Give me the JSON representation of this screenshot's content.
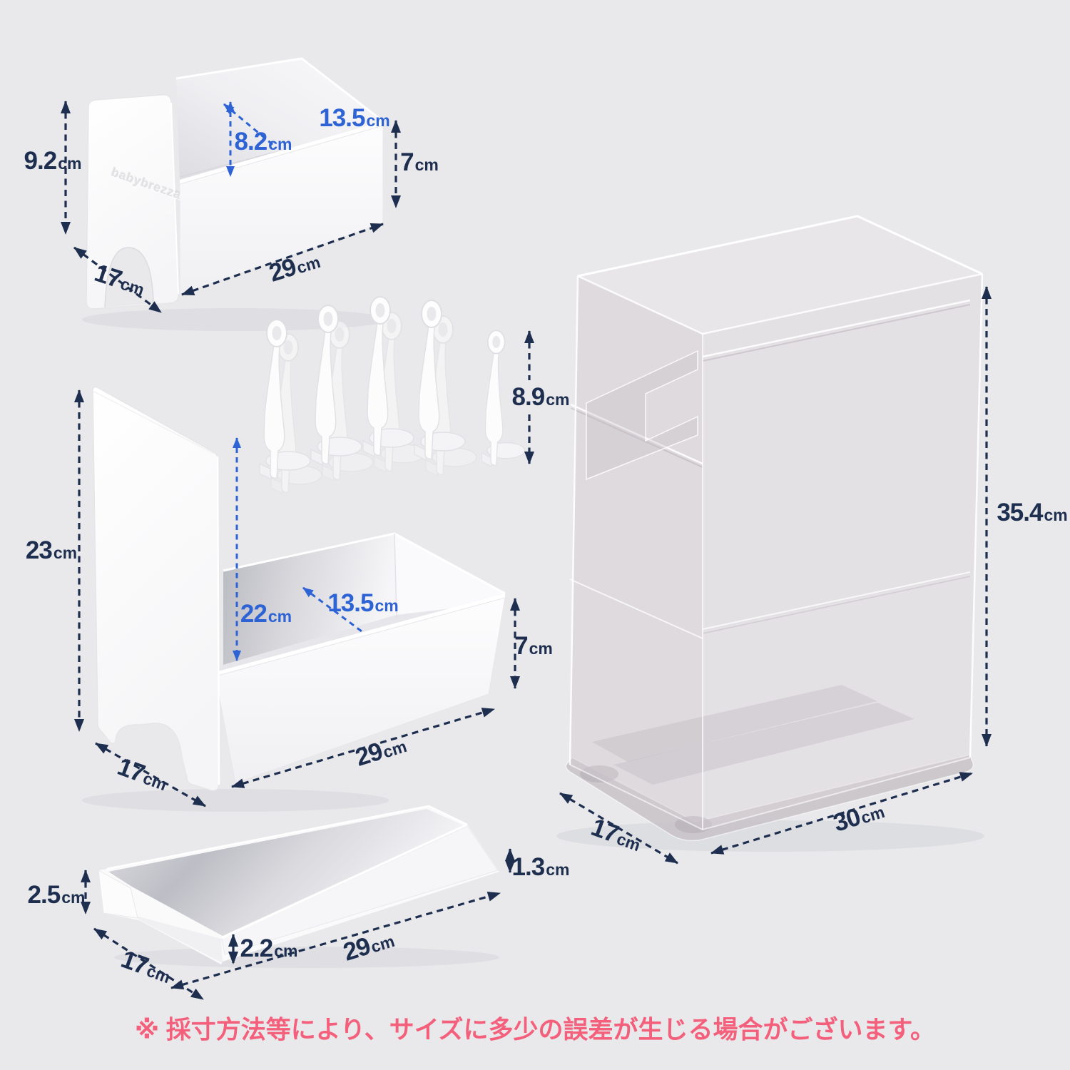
{
  "page": {
    "type": "product-dimension-diagram",
    "background_color": "#e9e9eb"
  },
  "colors": {
    "dimension_navy": "#1e2e4f",
    "dimension_blue": "#2d63d4",
    "disclaimer_pink": "#f45f7b",
    "product_white": "#fbfbfd"
  },
  "brand": {
    "logo_text": "babybrezza"
  },
  "units": {
    "top_drawer": {
      "label": "drawer-with-end-panel",
      "dims": {
        "side_height": {
          "value": "9.2",
          "unit": "cm"
        },
        "inner_height": {
          "value": "8.2",
          "unit": "cm"
        },
        "inner_depth": {
          "value": "13.5",
          "unit": "cm"
        },
        "front_height": {
          "value": "7",
          "unit": "cm"
        },
        "width": {
          "value": "29",
          "unit": "cm"
        },
        "depth": {
          "value": "17",
          "unit": "cm"
        }
      }
    },
    "clips": {
      "label": "drying-pegs",
      "count": 5,
      "dims": {
        "height": {
          "value": "8.9",
          "unit": "cm"
        }
      }
    },
    "middle_unit": {
      "label": "tall-panel-with-bin",
      "dims": {
        "panel_height": {
          "value": "23",
          "unit": "cm"
        },
        "inner_height": {
          "value": "22",
          "unit": "cm"
        },
        "inner_depth": {
          "value": "13.5",
          "unit": "cm"
        },
        "front_height": {
          "value": "7",
          "unit": "cm"
        },
        "width": {
          "value": "29",
          "unit": "cm"
        },
        "depth": {
          "value": "17",
          "unit": "cm"
        }
      }
    },
    "tray": {
      "label": "drip-tray",
      "dims": {
        "side_height": {
          "value": "2.5",
          "unit": "cm"
        },
        "notch_height": {
          "value": "2.2",
          "unit": "cm"
        },
        "rim_height": {
          "value": "1.3",
          "unit": "cm"
        },
        "width": {
          "value": "29",
          "unit": "cm"
        },
        "depth": {
          "value": "17",
          "unit": "cm"
        }
      }
    },
    "cover": {
      "label": "clear-acrylic-cover",
      "dims": {
        "height": {
          "value": "35.4",
          "unit": "cm"
        },
        "width": {
          "value": "30",
          "unit": "cm"
        },
        "depth": {
          "value": "17",
          "unit": "cm"
        }
      }
    }
  },
  "footnote": {
    "text": "※ 採寸方法等により、サイズに多少の誤差が生じる場合がございます。"
  }
}
